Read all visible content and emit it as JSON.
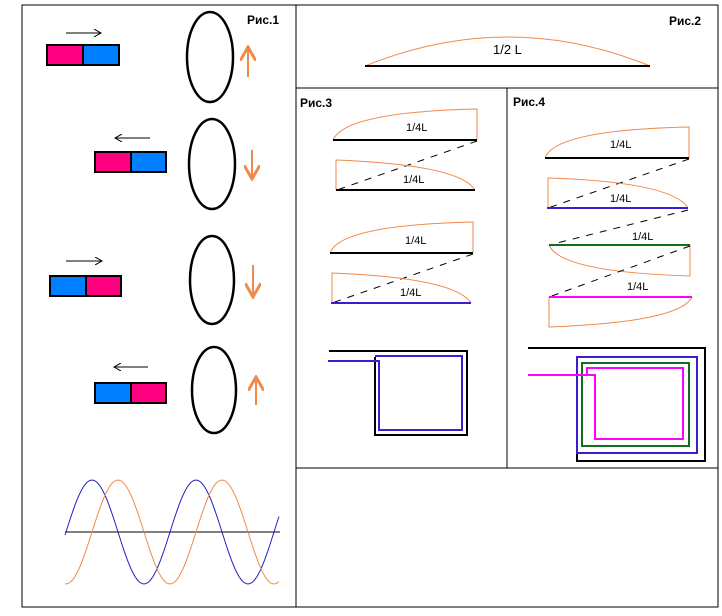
{
  "figures": {
    "fig1": {
      "label": "Рис.1"
    },
    "fig2": {
      "label": "Рис.2",
      "text": "1/2 L"
    },
    "fig3": {
      "label": "Рис.3",
      "segments": [
        "1/4L",
        "1/4L",
        "1/4L",
        "1/4L"
      ]
    },
    "fig4": {
      "label": "Рис.4",
      "segments": [
        "1/4L",
        "1/4L",
        "1/4L",
        "1/4L"
      ]
    }
  },
  "colors": {
    "pink": "#ff0080",
    "blue": "#0080ff",
    "orange": "#f08a4b",
    "purple": "#3a1fd0",
    "green": "#0f6f1f",
    "magenta": "#ff00ff",
    "wave_blue": "#2020c0"
  }
}
